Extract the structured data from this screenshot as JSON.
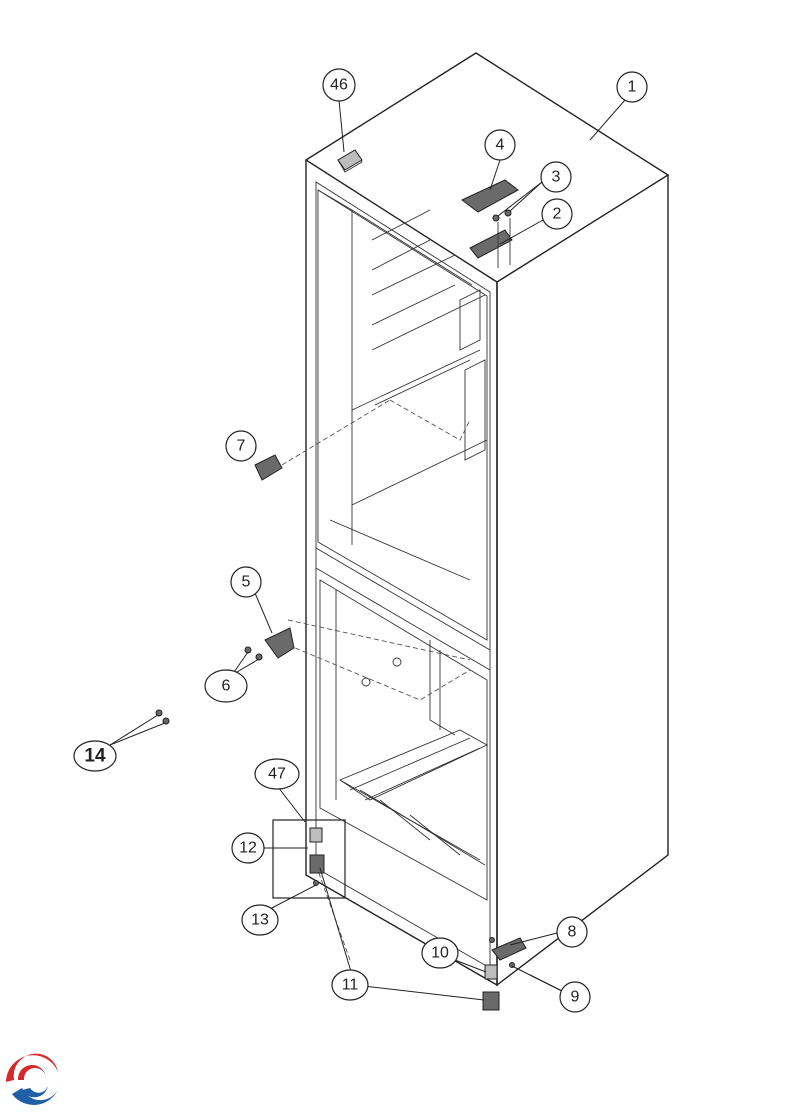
{
  "callouts": [
    {
      "id": "c46",
      "label": "46"
    },
    {
      "id": "c1",
      "label": "1"
    },
    {
      "id": "c4",
      "label": "4"
    },
    {
      "id": "c3",
      "label": "3"
    },
    {
      "id": "c2",
      "label": "2"
    },
    {
      "id": "c7",
      "label": "7"
    },
    {
      "id": "c5",
      "label": "5"
    },
    {
      "id": "c6",
      "label": "6"
    },
    {
      "id": "c14",
      "label": "14"
    },
    {
      "id": "c47",
      "label": "47"
    },
    {
      "id": "c12",
      "label": "12"
    },
    {
      "id": "c13",
      "label": "13"
    },
    {
      "id": "c11",
      "label": "11"
    },
    {
      "id": "c8",
      "label": "8"
    },
    {
      "id": "c10",
      "label": "10"
    },
    {
      "id": "c9",
      "label": "9"
    }
  ],
  "colors": {
    "line": "#222222",
    "part": "#6a6a6a",
    "logo_red": "#d62a2a",
    "logo_blue": "#1f5fa8"
  },
  "icons": {
    "logo": "brand-swirl-logo"
  }
}
